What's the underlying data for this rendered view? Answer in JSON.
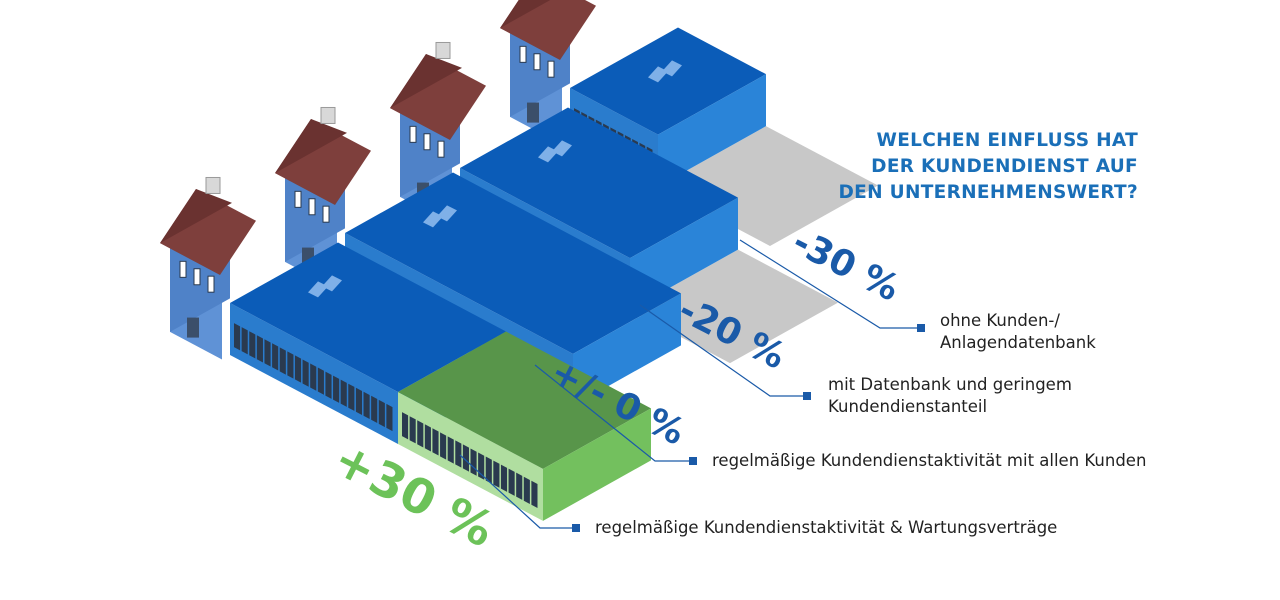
{
  "title_lines": [
    "WELCHEN EINFLUSS HAT",
    "DER KUNDENDIENST AUF",
    "DEN UNTERNEHMENSWERT?"
  ],
  "scenarios": [
    {
      "value": "-30 %",
      "description_lines": [
        "ohne Kunden-/",
        "Anlagendatenbank"
      ]
    },
    {
      "value": "-20 %",
      "description_lines": [
        "mit Datenbank und geringem",
        "Kundendienstanteil"
      ]
    },
    {
      "value": "+/- 0 %",
      "description_lines": [
        "regelmäßige Kundendienstaktivität mit allen Kunden"
      ]
    },
    {
      "value": "+30 %",
      "description_lines": [
        "regelmäßige Kundendienstaktivität & Wartungsverträge"
      ]
    }
  ],
  "colors": {
    "title": "#1a6fb8",
    "value_text": "#1a5aa8",
    "positive_value": "#6cc259",
    "leader_line": "#1a5aa8",
    "roof": "#7e3f3c",
    "wall": "#5f92d6",
    "hall_top": "#0b5cb8",
    "hall_front": "#2a7ccd",
    "hall_side": "#2a84d8",
    "extension_top": "#58954a",
    "extension_front": "#b0dea0",
    "extension_side": "#73c05e",
    "shadow": "#c8c8c8"
  }
}
